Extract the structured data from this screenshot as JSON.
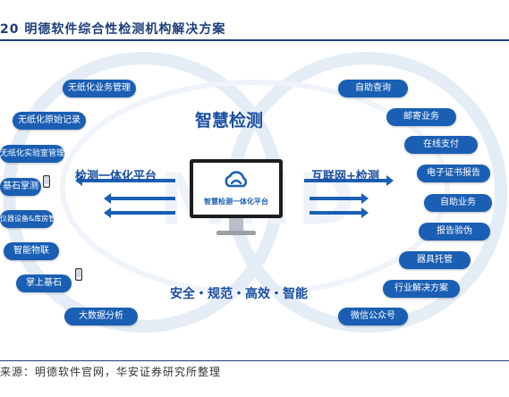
{
  "figure": {
    "title": "20 明德软件综合性检测机构解决方案",
    "source": "来源：明德软件官网，华安证券研究所整理"
  },
  "diagram": {
    "center_heading": "智慧检测",
    "monitor_label": "智慧检测一体化平台",
    "left_heading": "检测一体化平台",
    "right_heading": "互联网+检测",
    "tagline": "安全・规范・高效・智能",
    "watermark": "MND",
    "left_items": [
      "无纸化业务管理",
      "无纸化原始记录",
      "无纸化实验室管理",
      "基石掌测",
      "仪器设备&库房管理",
      "智能物联",
      "掌上基石",
      "大数据分析"
    ],
    "right_items": [
      "自助查询",
      "邮寄业务",
      "在线支付",
      "电子证书报告",
      "自助业务",
      "报告验伪",
      "器具托管",
      "行业解决方案",
      "微信公众号"
    ]
  },
  "colors": {
    "accent": "#1a5fb4",
    "title": "#1c3d7a"
  }
}
